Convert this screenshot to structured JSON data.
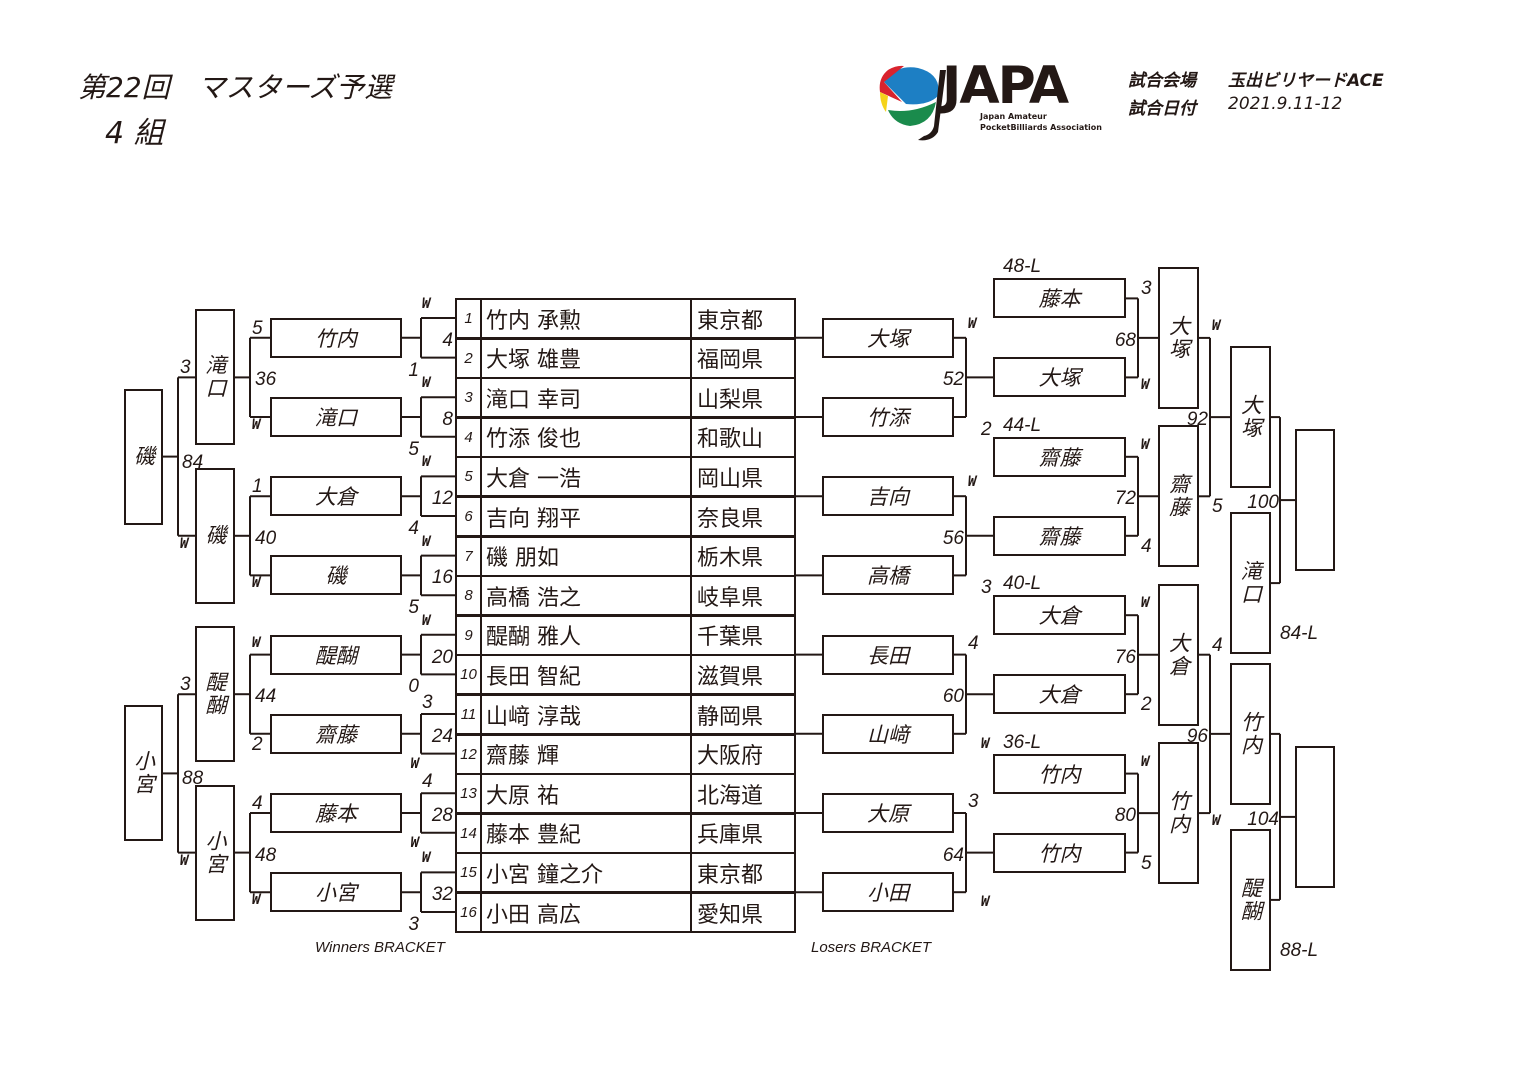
{
  "header": {
    "title": "第22回　マスターズ予選",
    "group": "4 組"
  },
  "logo": {
    "text": "JAPA",
    "sub1": "Japan Amateur",
    "sub2": "PocketBilliards Association"
  },
  "info": {
    "venue_label": "試合会場",
    "venue": "玉出ビリヤードACE",
    "date_label": "試合日付",
    "date": "2021.9.11-12"
  },
  "players": [
    {
      "no": "1",
      "name": "竹内 承勲",
      "pref": "東京都"
    },
    {
      "no": "2",
      "name": "大塚 雄豊",
      "pref": "福岡県"
    },
    {
      "no": "3",
      "name": "滝口 幸司",
      "pref": "山梨県"
    },
    {
      "no": "4",
      "name": "竹添 俊也",
      "pref": "和歌山"
    },
    {
      "no": "5",
      "name": "大倉 一浩",
      "pref": "岡山県"
    },
    {
      "no": "6",
      "name": "吉向 翔平",
      "pref": "奈良県"
    },
    {
      "no": "7",
      "name": "磯 朋如",
      "pref": "栃木県"
    },
    {
      "no": "8",
      "name": "高橋 浩之",
      "pref": "岐阜県"
    },
    {
      "no": "9",
      "name": "醍醐 雅人",
      "pref": "千葉県"
    },
    {
      "no": "10",
      "name": "長田 智紀",
      "pref": "滋賀県"
    },
    {
      "no": "11",
      "name": "山﨑 淳哉",
      "pref": "静岡県"
    },
    {
      "no": "12",
      "name": "齋藤 輝",
      "pref": "大阪府"
    },
    {
      "no": "13",
      "name": "大原 祐",
      "pref": "北海道"
    },
    {
      "no": "14",
      "name": "藤本 豊紀",
      "pref": "兵庫県"
    },
    {
      "no": "15",
      "name": "小宮 鐘之介",
      "pref": "東京都"
    },
    {
      "no": "16",
      "name": "小田 高広",
      "pref": "愛知県"
    }
  ],
  "winners": {
    "label": "Winners BRACKET",
    "r1": [
      {
        "top": "W",
        "match": "4",
        "bottom": "1",
        "winner": "竹内"
      },
      {
        "top": "W",
        "match": "8",
        "bottom": "5",
        "winner": "滝口"
      },
      {
        "top": "W",
        "match": "12",
        "bottom": "4",
        "winner": "大倉"
      },
      {
        "top": "W",
        "match": "16",
        "bottom": "5",
        "winner": "磯"
      },
      {
        "top": "W",
        "match": "20",
        "bottom": "0",
        "winner": "醍醐"
      },
      {
        "top": "3",
        "match": "24",
        "bottom": "W",
        "winner": "齋藤"
      },
      {
        "top": "4",
        "match": "28",
        "bottom": "W",
        "winner": "藤本"
      },
      {
        "top": "W",
        "match": "32",
        "bottom": "3",
        "winner": "小宮"
      }
    ],
    "r2": [
      {
        "top": "5",
        "match": "36",
        "bottom": "W",
        "winner": "滝口"
      },
      {
        "top": "1",
        "match": "40",
        "bottom": "W",
        "winner": "磯"
      },
      {
        "top": "W",
        "match": "44",
        "bottom": "2",
        "winner": "醍醐"
      },
      {
        "top": "4",
        "match": "48",
        "bottom": "W",
        "winner": "小宮"
      }
    ],
    "r3": [
      {
        "top": "3",
        "match": "84",
        "bottom": "W",
        "winner": "磯"
      },
      {
        "top": "3",
        "match": "88",
        "bottom": "W",
        "winner": "小宮"
      }
    ]
  },
  "losers": {
    "label": "Losers BRACKET",
    "l1_names": [
      "大塚",
      "竹添",
      "吉向",
      "高橋",
      "長田",
      "山﨑",
      "大原",
      "小田"
    ],
    "l1": [
      {
        "top": "W",
        "match": "52",
        "bottom": "2",
        "winner": "大塚"
      },
      {
        "top": "W",
        "match": "56",
        "bottom": "3",
        "winner": "吉向"
      },
      {
        "top": "4",
        "match": "60",
        "bottom": "W",
        "winner": "山﨑"
      },
      {
        "top": "3",
        "match": "64",
        "bottom": "W",
        "winner": "小田"
      }
    ],
    "l2": [
      {
        "drop_label": "48-L",
        "drop_name": "藤本",
        "top": "3",
        "match": "68",
        "bottom": "W",
        "winner": "大塚"
      },
      {
        "drop_label": "44-L",
        "drop_name": "齋藤",
        "top": "W",
        "match": "72",
        "bottom": "4",
        "winner": "齋藤"
      },
      {
        "drop_label": "40-L",
        "drop_name": "大倉",
        "top": "W",
        "match": "76",
        "bottom": "2",
        "winner": "大倉"
      },
      {
        "drop_label": "36-L",
        "drop_name": "竹内",
        "top": "W",
        "match": "80",
        "bottom": "5",
        "winner": "竹内"
      }
    ],
    "l3": [
      {
        "top": "W",
        "match": "92",
        "bottom": "5",
        "winner": "大塚"
      },
      {
        "top": "4",
        "match": "96",
        "bottom": "W",
        "winner": "竹内"
      }
    ],
    "l4": [
      {
        "drop_label": "84-L",
        "drop_name": "滝口",
        "match": "100"
      },
      {
        "drop_label": "88-L",
        "drop_name": "醍醐",
        "match": "104"
      }
    ]
  }
}
